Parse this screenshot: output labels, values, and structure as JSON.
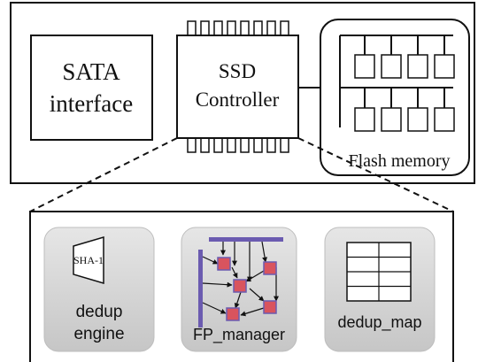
{
  "ssd": {
    "sata_label": [
      "SATA",
      "interface"
    ],
    "controller_label": [
      "SSD",
      "Controller"
    ],
    "flash_label": "Flash memory"
  },
  "modules": {
    "engine": {
      "icon_text": "SHA-1",
      "label": [
        "dedup",
        "engine"
      ]
    },
    "manager": {
      "label": "FP_manager"
    },
    "map": {
      "label": "dedup_map"
    }
  },
  "colors": {
    "stroke": "#111111",
    "module_bg": "#d3d3d3",
    "fp_node": "#d9545e",
    "fp_node_border": "#6b5bb0",
    "fp_bar": "#6b5bb0"
  }
}
